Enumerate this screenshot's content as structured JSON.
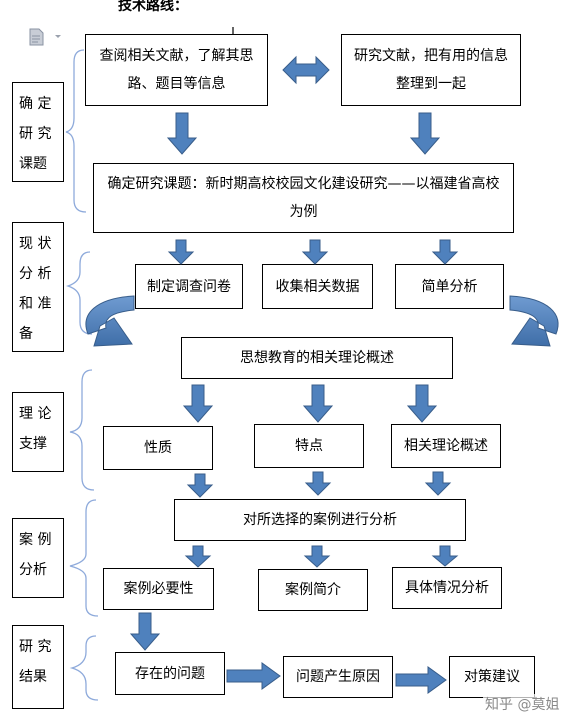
{
  "title": "技术路线：",
  "stages": {
    "s1": "确 定 研 究 课题",
    "s2": "现 状 分 析 和 准 备",
    "s3": "理 论 支撑",
    "s4": "案 例 分析",
    "s5": "研 究 结果"
  },
  "nodes": {
    "review_literature": "查阅相关文献，了解其思路、题目等信息",
    "study_literature": "研究文献，把有用的信息整理到一起",
    "topic": "确定研究课题：新时期高校校园文化建设研究——以福建省高校为例",
    "questionnaire": "制定调查问卷",
    "collect_data": "收集相关数据",
    "simple_analysis": "简单分析",
    "ideology_theory": "思想教育的相关理论概述",
    "nature": "性质",
    "features": "特点",
    "theory_overview": "相关理论概述",
    "case_analysis": "对所选择的案例进行分析",
    "case_necessity": "案例必要性",
    "case_intro": "案例简介",
    "specific_analysis": "具体情况分析",
    "existing_problems": "存在的问题",
    "problem_causes": "问题产生原因",
    "countermeasures": "对策建议"
  },
  "watermark": "知乎 @莫姐",
  "colors": {
    "arrow_fill": "#4f81bd",
    "arrow_stroke": "#385d8a",
    "brace": "#8eaadb"
  }
}
